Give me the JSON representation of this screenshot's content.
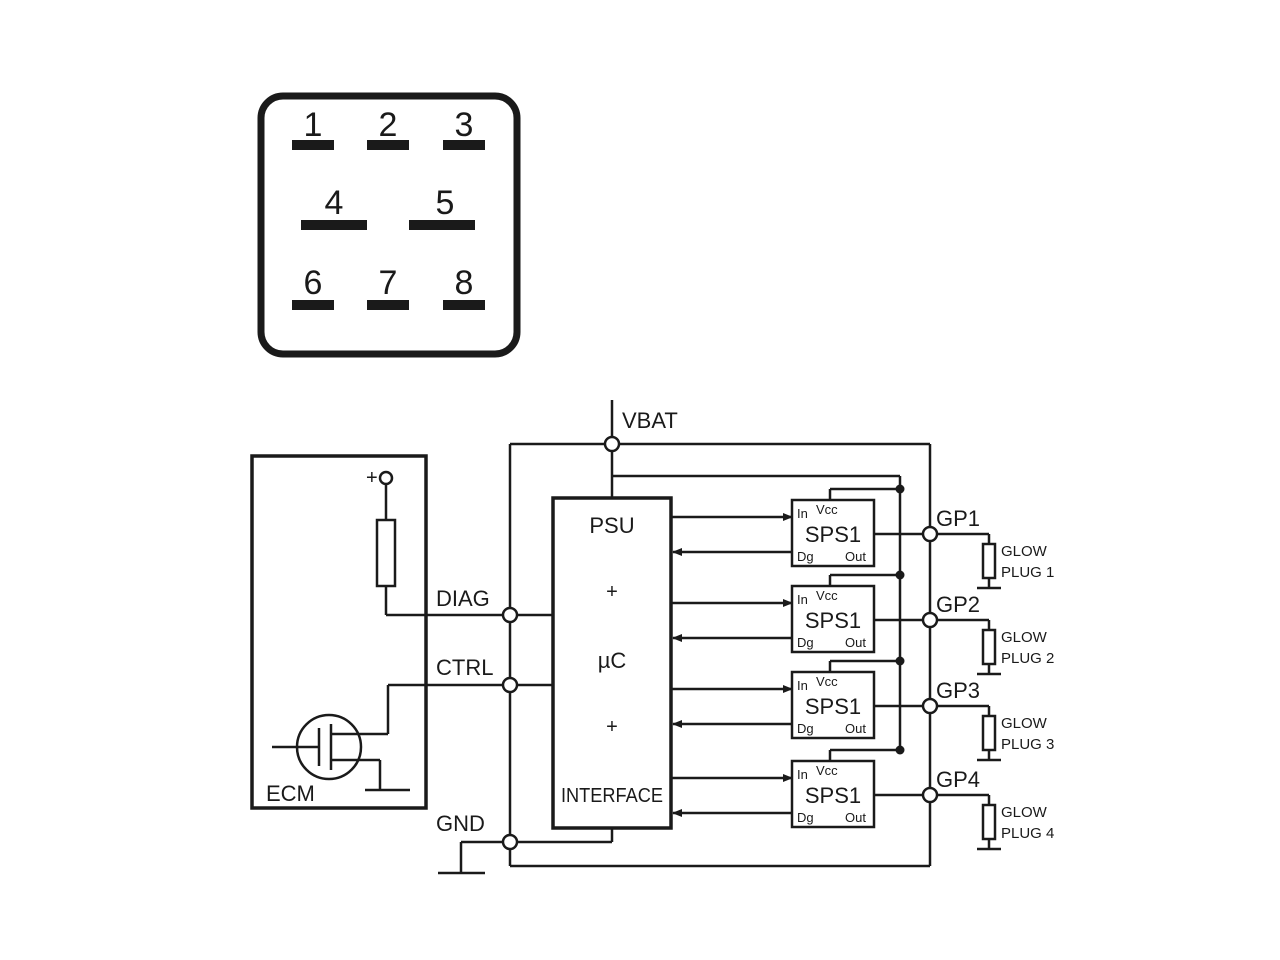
{
  "connector": {
    "pins": [
      "1",
      "2",
      "3",
      "4",
      "5",
      "6",
      "7",
      "8"
    ]
  },
  "schematic": {
    "vbat_label": "VBAT",
    "ecm_label": "ECM",
    "ecm_plus": "+",
    "diag_label": "DIAG",
    "ctrl_label": "CTRL",
    "gnd_label": "GND",
    "controller": {
      "psu": "PSU",
      "plus1": "+",
      "uc": "µC",
      "plus2": "+",
      "interface": "INTERFACE"
    },
    "sps": [
      {
        "name": "SPS1",
        "in": "In",
        "vcc": "Vcc",
        "dg": "Dg",
        "out": "Out"
      },
      {
        "name": "SPS1",
        "in": "In",
        "vcc": "Vcc",
        "dg": "Dg",
        "out": "Out"
      },
      {
        "name": "SPS1",
        "in": "In",
        "vcc": "Vcc",
        "dg": "Dg",
        "out": "Out"
      },
      {
        "name": "SPS1",
        "in": "In",
        "vcc": "Vcc",
        "dg": "Dg",
        "out": "Out"
      }
    ],
    "outputs": [
      {
        "gp": "GP1",
        "line1": "GLOW",
        "line2": "PLUG 1"
      },
      {
        "gp": "GP2",
        "line1": "GLOW",
        "line2": "PLUG 2"
      },
      {
        "gp": "GP3",
        "line1": "GLOW",
        "line2": "PLUG 3"
      },
      {
        "gp": "GP4",
        "line1": "GLOW",
        "line2": "PLUG 4"
      }
    ]
  }
}
